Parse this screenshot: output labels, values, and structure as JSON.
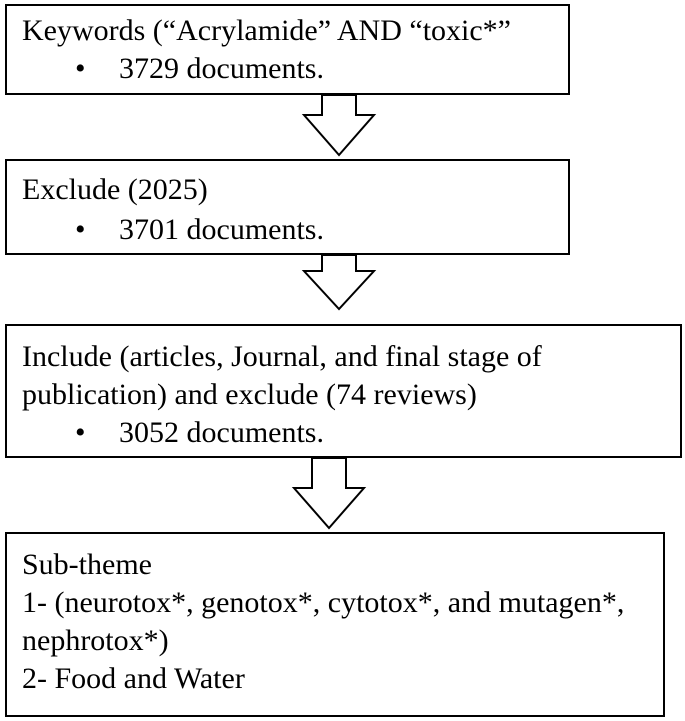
{
  "boxes": [
    {
      "heading": "Keywords (“Acrylamide” AND “toxic*”",
      "bullet": "3729 documents."
    },
    {
      "heading": "Exclude (2025)",
      "bullet": "3701 documents."
    },
    {
      "heading_line1": "Include (articles, Journal, and final stage of",
      "heading_line2": "publication) and exclude (74 reviews)",
      "bullet": "3052 documents."
    },
    {
      "heading": "Sub-theme",
      "line1": "1- (neurotox*, genotox*, cytotox*, and mutagen*,",
      "line2": "nephrotox*)",
      "line3": "2- Food and Water"
    }
  ]
}
